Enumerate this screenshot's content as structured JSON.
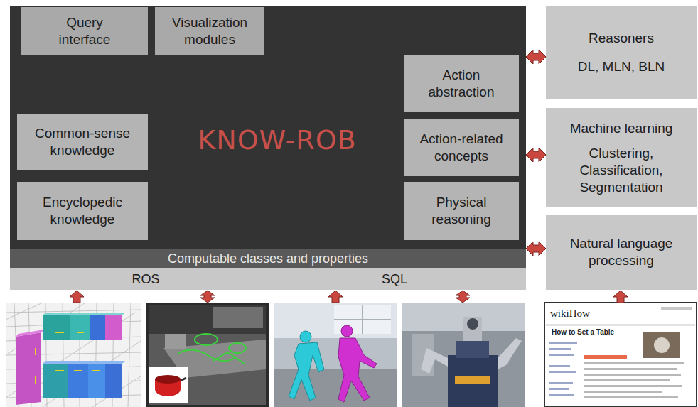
{
  "diagram": {
    "nodes": [
      {
        "text": [
          "KNOW-ROB"
        ]
      },
      {
        "text": [
          "Query interface"
        ],
        "in": 0
      },
      {
        "text": [
          "Visualization modules"
        ],
        "in": 0
      },
      {
        "text": [
          "Common-sense knowledge"
        ],
        "in": 0
      },
      {
        "text": [
          "Encyclopedic knowledge"
        ],
        "in": 0
      },
      {
        "text": [
          "Action abstraction"
        ],
        "in": 0
      },
      {
        "text": [
          "Action-related concepts"
        ],
        "in": 0
      },
      {
        "text": [
          "Physical reasoning"
        ],
        "in": 0
      },
      {
        "text": [
          "Computable classes and properties"
        ],
        "in": 0
      },
      {
        "text": [
          "ROS",
          "SQL"
        ]
      },
      {
        "text": [
          "Reasoners",
          "DL, MLN, BLN"
        ]
      },
      {
        "text": [
          "Machine learning",
          "Clustering, Classification, Segmentation"
        ]
      },
      {
        "text": [
          "Natural language processing"
        ]
      }
    ],
    "edges": [
      {
        "from": 0,
        "to": 10,
        "arrow": "both"
      },
      {
        "from": 0,
        "to": 11,
        "arrow": "both"
      },
      {
        "from": 0,
        "to": 12,
        "arrow": "both"
      }
    ],
    "labels": [
      "wikiHow",
      "How to Set a Table"
    ]
  }
}
